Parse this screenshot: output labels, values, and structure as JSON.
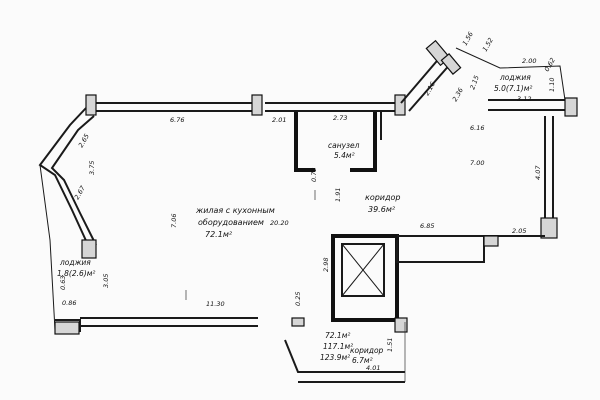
{
  "rooms": {
    "living": {
      "name_1": "жилая с кухонным",
      "name_2": "оборудованием",
      "area": "72.1м²"
    },
    "bathroom": {
      "name": "санузел",
      "area": "5.4м²"
    },
    "corridor_main": {
      "name": "коридор",
      "area": "39.6м²"
    },
    "loggia_right": {
      "name": "лоджия",
      "area": "5.0(7.1)м²"
    },
    "loggia_left": {
      "name": "лоджия",
      "area": "1.8(2.6)м²"
    },
    "corridor_small": {
      "name": "коридор",
      "area": "6.7м²"
    }
  },
  "totals": {
    "living_area": "72.1м²",
    "total_area": "117.1м²",
    "gross_area": "123.9м²"
  },
  "dimensions": {
    "top_left": "6.76",
    "top_mid_1": "2.01",
    "top_mid_2": "2.73",
    "bath_w": "0.72",
    "diag_1": "2.16",
    "diag_2": "2.36",
    "diag_3": "1.56",
    "diag_4": "1.52",
    "diag_5": "2.15",
    "loggia_top": "2.00",
    "loggia_right": "0.62",
    "loggia_h": "1.10",
    "loggia_w": "3.12",
    "right_1": "6.16",
    "right_2": "7.00",
    "right_3": "4.07",
    "corr_1": "1.91",
    "living_w": "20.20",
    "living_h": "7.06",
    "left_1": "2.65",
    "left_2": "3.75",
    "left_3": "2.67",
    "left_4": "3.05",
    "left_5": "0.63",
    "bottom_left": "0.86",
    "bottom_1": "11.30",
    "bottom_2": "0.25",
    "core_1": "6.85",
    "core_2": "2.05",
    "core_3": "2.98",
    "corr_small_1": "1.51",
    "bottom_3": "4.01"
  }
}
